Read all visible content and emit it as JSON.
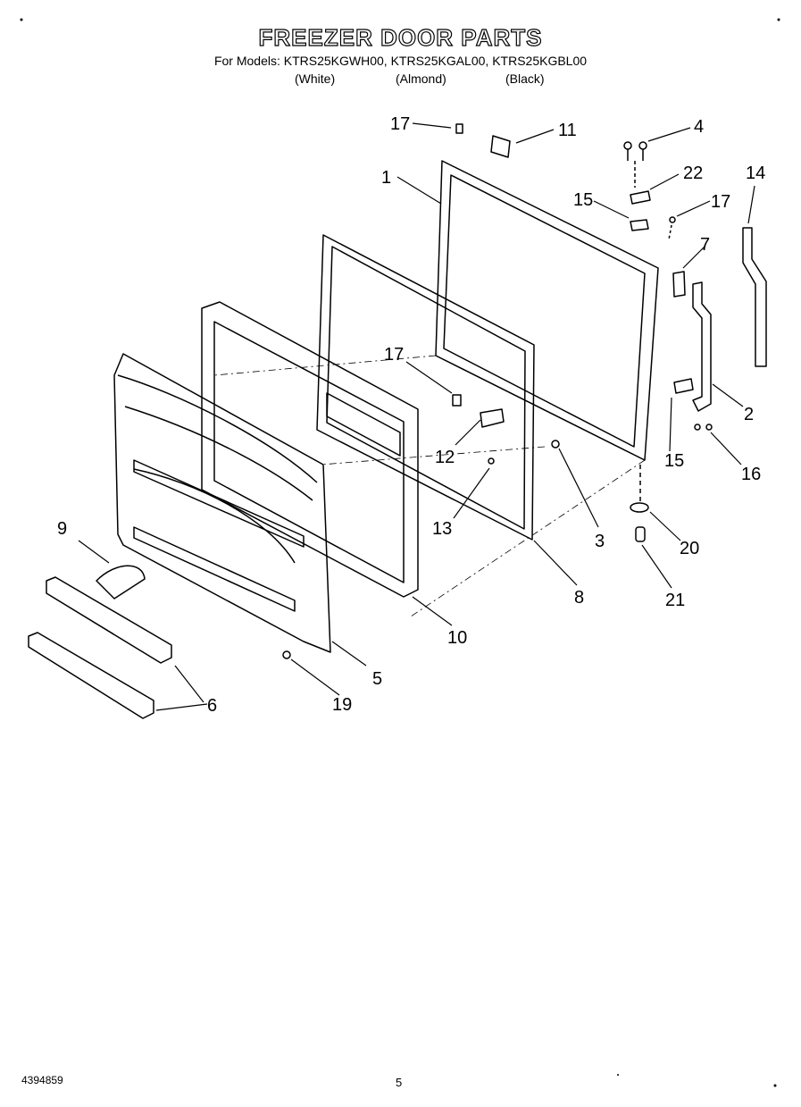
{
  "header": {
    "title": "FREEZER DOOR PARTS",
    "models": "For Models: KTRS25KGWH00, KTRS25KGAL00, KTRS25KGBL00",
    "color_white": "(White)",
    "color_almond": "(Almond)",
    "color_black": "(Black)"
  },
  "callouts": [
    "17",
    "11",
    "4",
    "22",
    "15",
    "17",
    "14",
    "1",
    "7",
    "17",
    "2",
    "12",
    "15",
    "16",
    "13",
    "3",
    "20",
    "9",
    "8",
    "21",
    "10",
    "5",
    "6",
    "19"
  ],
  "footer": {
    "doc_number": "4394859",
    "page_number": "5"
  }
}
